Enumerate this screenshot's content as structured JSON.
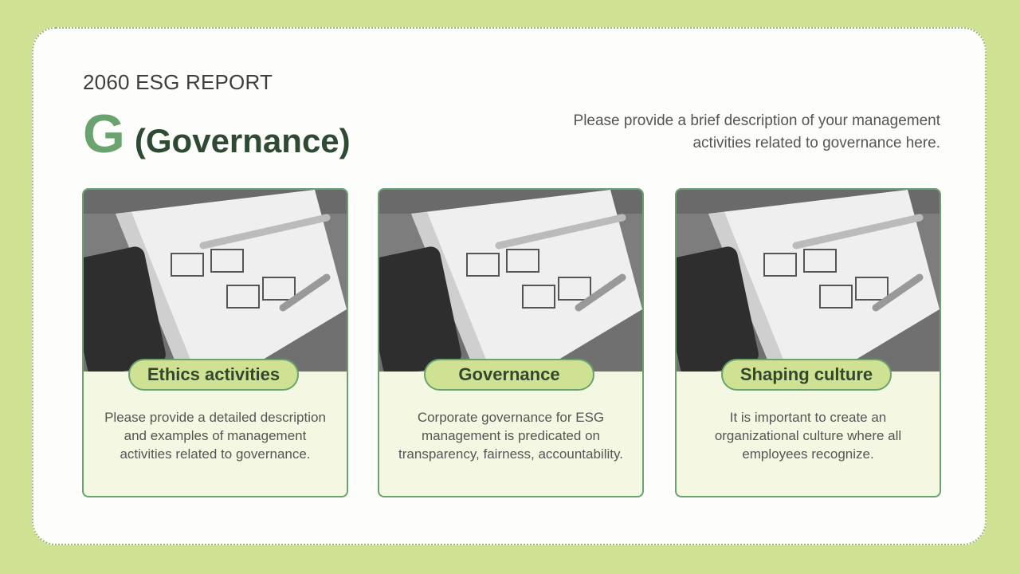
{
  "header": {
    "report_label": "2060 ESG REPORT",
    "letter": "G",
    "title": "(Governance)",
    "description": "Please provide a brief description of your management activities related to governance here."
  },
  "cards": [
    {
      "label": "Ethics activities",
      "text": "Please provide a detailed description and examples of management activities related to governance."
    },
    {
      "label": "Governance",
      "text": "Corporate governance for ESG management is predicated on transparency, fairness, accountability."
    },
    {
      "label": "Shaping culture",
      "text": "It is important to create an organizational culture where all employees recognize."
    }
  ],
  "colors": {
    "background": "#cfe293",
    "accent_green": "#6aa36f",
    "dark_green": "#2e4a32",
    "card_fill": "#f4f7e2"
  }
}
